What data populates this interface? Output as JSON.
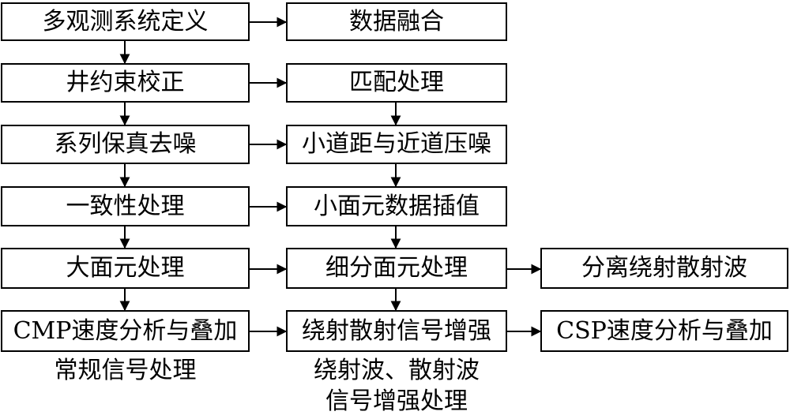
{
  "left_column": [
    "多观测系统定义",
    "井约束校正",
    "系列保真去噪",
    "一致性处理",
    "大面元处理",
    "CMP速度分析与叠加"
  ],
  "middle_column": [
    "数据融合",
    "匹配处理",
    "小道距与近道压噪",
    "小面元数据插值",
    "细分面元处理",
    "绕射散射信号增强"
  ],
  "right_column": [
    "分离绕射散射波",
    "CSP速度分析与叠加"
  ],
  "captions": {
    "left": "常规信号处理",
    "middle_line1": "绕射波、散射波",
    "middle_line2": "信号增强处理"
  }
}
